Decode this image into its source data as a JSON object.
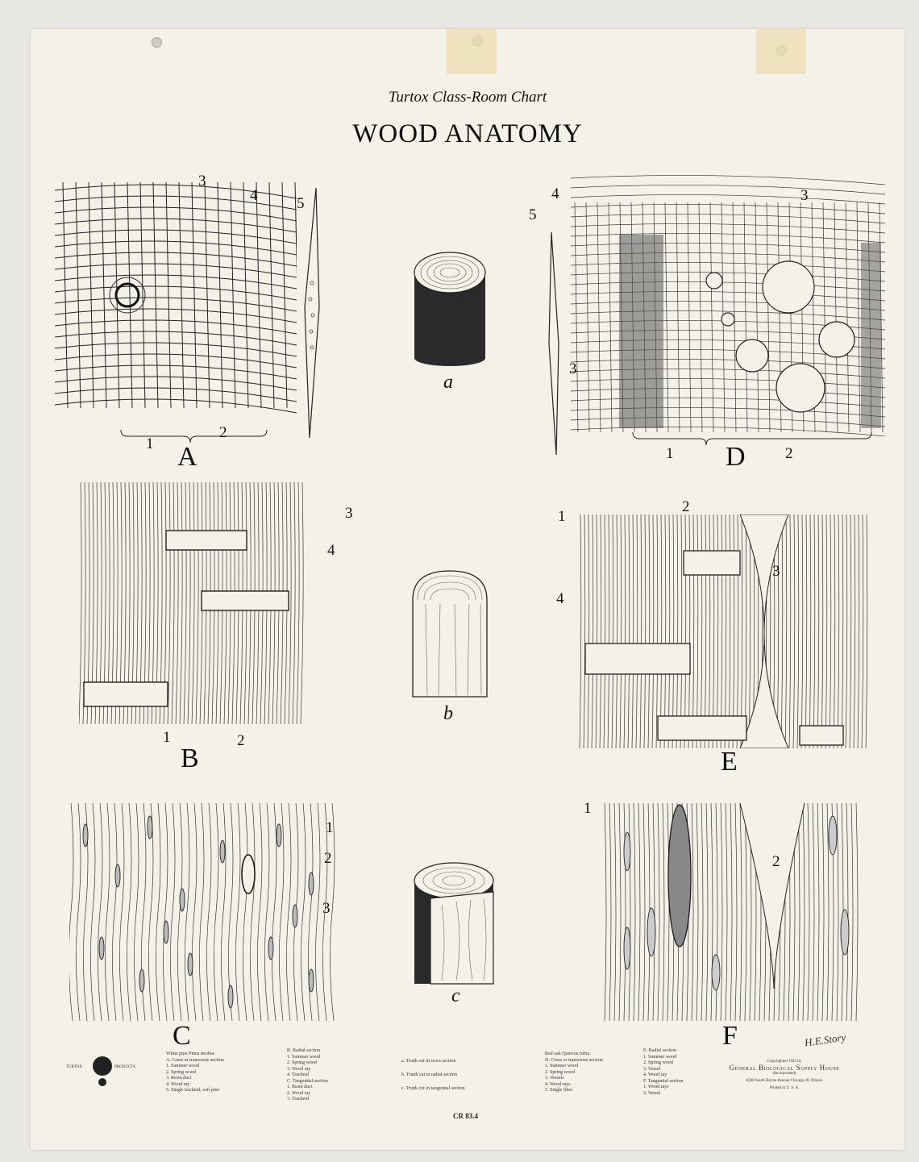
{
  "header": {
    "subtitle": "Turtox Class-Room Chart",
    "title": "WOOD ANATOMY"
  },
  "figures": {
    "A": {
      "letter": "A",
      "labels": [
        "3",
        "4",
        "5",
        "1",
        "2"
      ]
    },
    "D": {
      "letter": "D",
      "labels": [
        "4",
        "3",
        "5",
        "3",
        "1",
        "2"
      ]
    },
    "B": {
      "letter": "B",
      "labels": [
        "3",
        "4",
        "1",
        "2"
      ]
    },
    "E": {
      "letter": "E",
      "labels": [
        "1",
        "2",
        "3",
        "4"
      ]
    },
    "C": {
      "letter": "C",
      "labels": [
        "1",
        "2",
        "3"
      ]
    },
    "F": {
      "letter": "F",
      "labels": [
        "1",
        "2"
      ]
    },
    "a": {
      "letter": "a"
    },
    "b": {
      "letter": "b"
    },
    "c": {
      "letter": "c"
    }
  },
  "legend": {
    "col1": [
      "White pine Pinus strobus",
      "A. Cross or transverse section",
      "1. Summer wood",
      "2. Spring wood",
      "3. Resin duct",
      "4. Wood ray",
      "5. Single tracheid; soft pine"
    ],
    "col2": [
      "B. Radial section",
      "1. Summer wood",
      "2. Spring wood",
      "3. Wood ray",
      "4. Tracheid",
      "C. Tangential section",
      "1. Resin duct",
      "2. Wood ray",
      "3. Tracheid"
    ],
    "col3": [
      "a. Trunk cut in cross section",
      "b. Trunk cut in radial section",
      "c. Trunk cut in tangential section"
    ],
    "col4": [
      "Red oak Quercus rubra",
      "D. Cross or transverse section",
      "1. Summer wood",
      "2. Spring wood",
      "3. Vessels",
      "4. Wood rays",
      "5. Single fiber"
    ],
    "col5": [
      "E. Radial section",
      "1. Summer wood",
      "2. Spring wood",
      "3. Vessel",
      "4. Wood ray",
      "F. Tangential section",
      "1. Wood rays",
      "2. Vessel"
    ]
  },
  "publisher": {
    "line1": "Copyrighted 1945 by",
    "line2": "General Biological Supply House",
    "line3": "(Incorporated)",
    "line4": "8200 South Hoyne Avenue   Chicago 20, Illinois",
    "line5": "Printed in U. S. A."
  },
  "catalog": "CR 83.4",
  "signature": "H.E.Story",
  "logo_text_left": "TURTOX",
  "logo_text_right": "PRODUCTS",
  "colors": {
    "paper": "#f4f1e8",
    "ink": "#111111",
    "wall": "#e9e7e4"
  }
}
